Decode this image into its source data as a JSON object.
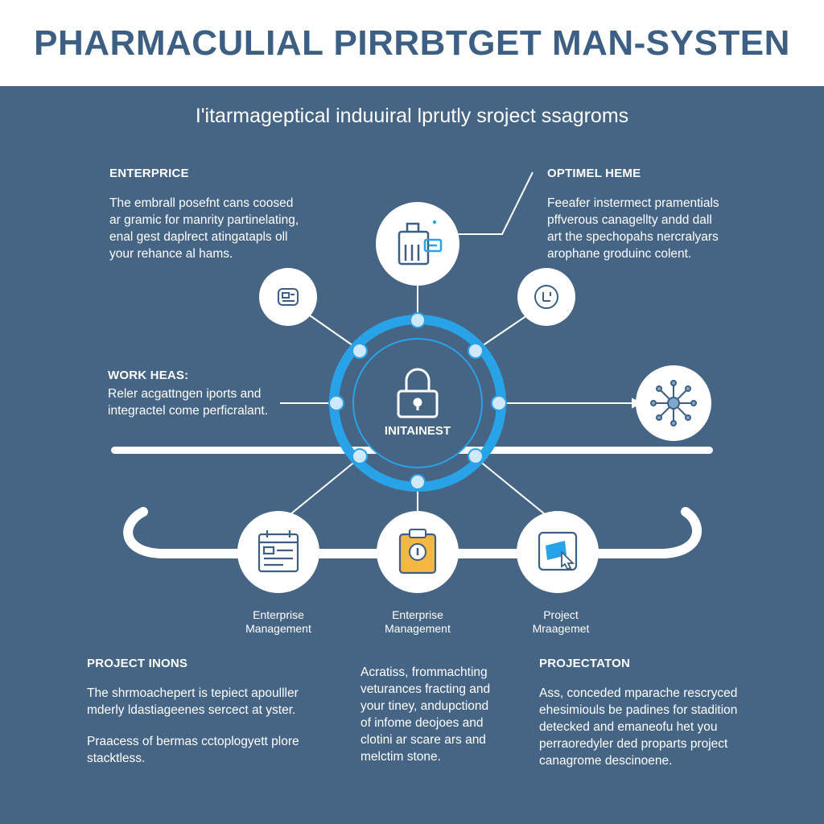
{
  "title": "PHARMACULIAL PIRRBTGET MAN-SYSTEN",
  "subtitle": "I'itarmageptical induuiral lprutly sroject ssagroms",
  "hub": {
    "label": "INITAINEST",
    "icon": "lock-icon"
  },
  "top_left": {
    "heading": "ENTERPRICE",
    "lines": [
      "The embrall posefnt cans coosed",
      "ar gramic for manrity partinelating,",
      "enal gest daplrect atingatapls oll",
      "your rehance al hams."
    ]
  },
  "top_right": {
    "heading": "OPTIMEL HEME",
    "lines": [
      "Feeafer instermect pramentials",
      "pffverous canagellty andd dall",
      "art the spechopahs nercralyars",
      "arophane groduinc colent."
    ]
  },
  "mid_left": {
    "heading": "WORK HEAS:",
    "lines": [
      "Reler acgattngen iports and",
      "integractel come perficralant."
    ]
  },
  "bottom_nodes": [
    {
      "label_1": "Enterprise",
      "label_2": "Management",
      "icon": "calendar-icon"
    },
    {
      "label_1": "Enterprise",
      "label_2": "Management",
      "icon": "clipboard-icon"
    },
    {
      "label_1": "Project",
      "label_2": "Mraagemet",
      "icon": "pointer-icon"
    }
  ],
  "top_nodes": [
    "dashboard-icon",
    "lab-equipment-icon",
    "gauge-icon",
    "network-icon"
  ],
  "bottom_left": {
    "heading": "PROJECT INONS",
    "para1": [
      "The shrmoachepert is tepiect apoulller",
      "mderly ldastiageenes sercect at yster."
    ],
    "para2": [
      "Praacess of bermas cctoplogyett plore",
      "stacktless."
    ]
  },
  "bottom_center": {
    "lines": [
      "Acratiss, frommachting",
      "veturances fracting and",
      "your tiney, andupctiond",
      "of infome deojoes and",
      "clotini ar scare ars and",
      "melctim stone."
    ]
  },
  "bottom_right": {
    "heading": "PROJECTATON",
    "lines": [
      "Ass, conceded mparache rescryced",
      "ehesimiouls be padines for stadition",
      "detecked and emaneofu het you",
      "perraoredyler ded proparts project",
      "canagrome descinoene."
    ]
  },
  "colors": {
    "background": "#466585",
    "accent": "#29a3e8",
    "title": "#3d5f83"
  }
}
